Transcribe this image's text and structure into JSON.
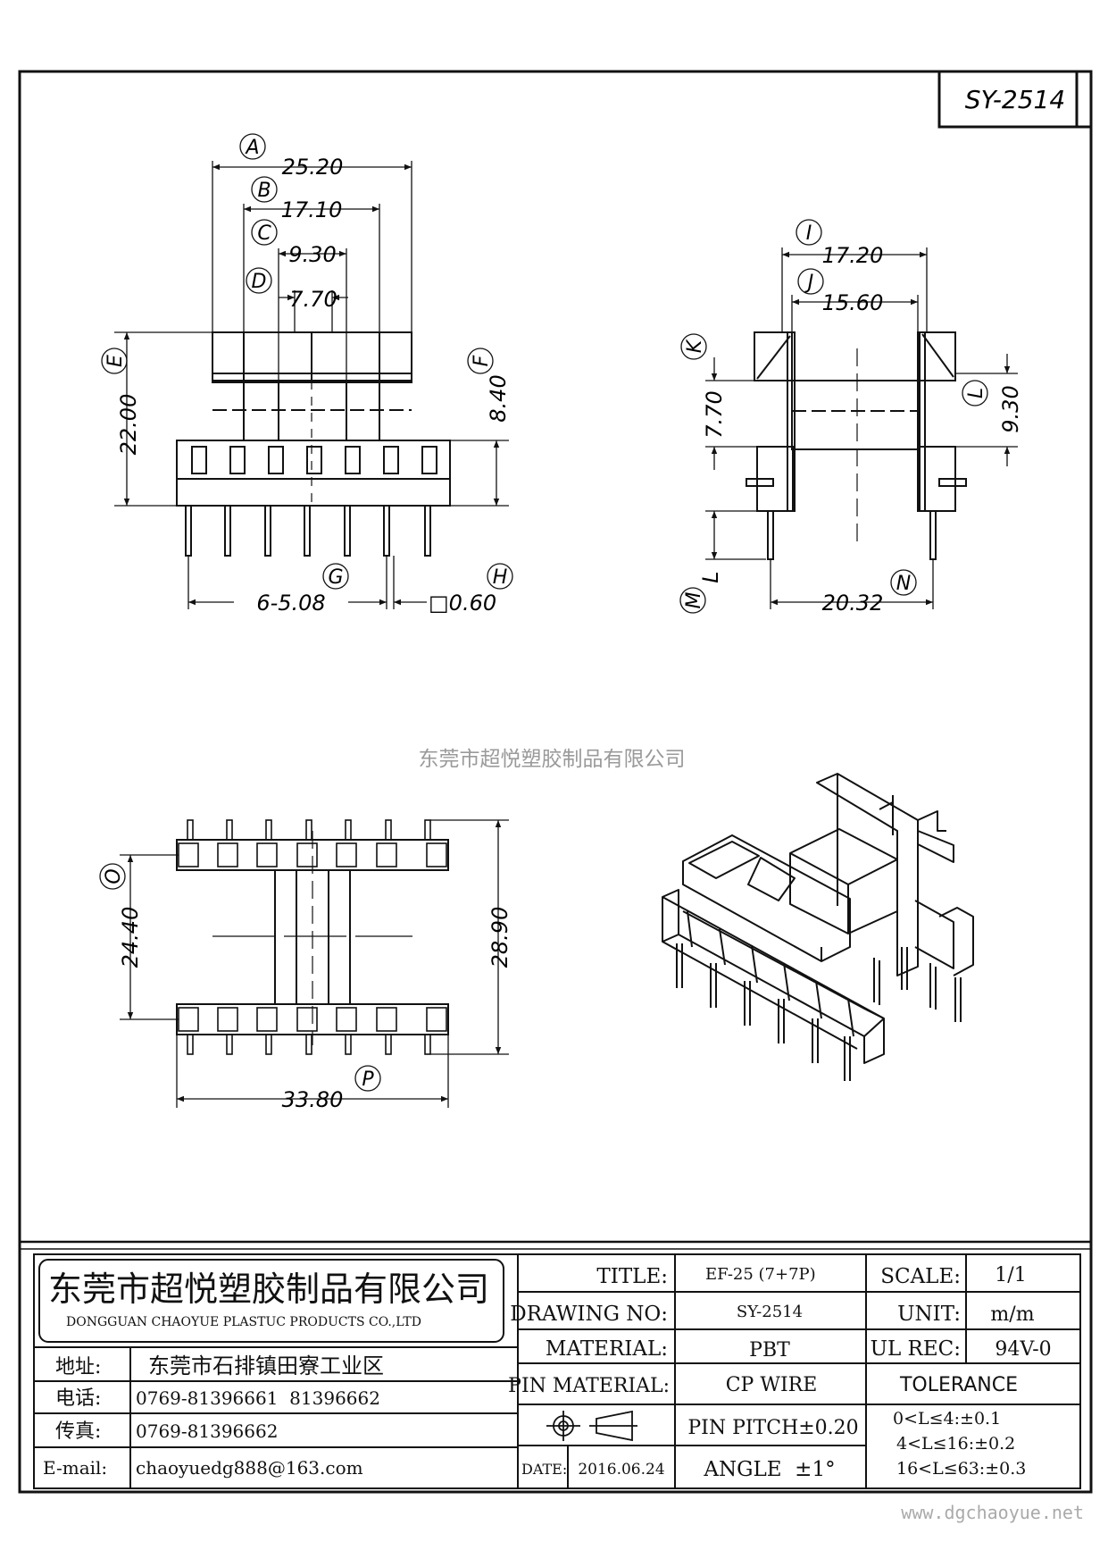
{
  "part_no": "SY-2514",
  "watermark": "东莞市超悦塑胶制品有限公司",
  "website": "www.dgchaoyue.net",
  "front_view": {
    "A": "A",
    "A_val": "25.20",
    "B": "B",
    "B_val": "17.10",
    "C": "C",
    "C_val": "9.30",
    "D": "D",
    "D_val": "7.70",
    "E": "E",
    "E_val": "22.00",
    "F": "F",
    "F_val": "8.40",
    "G": "G",
    "G_val": "6-5.08",
    "H": "H",
    "H_val": "□0.60"
  },
  "side_view": {
    "I": "I",
    "I_val": "17.20",
    "J": "J",
    "J_val": "15.60",
    "K": "K",
    "K_val": "7.70",
    "L": "L",
    "L_val": "9.30",
    "M": "M",
    "M_sub": "L",
    "N": "N",
    "N_val": "20.32"
  },
  "bottom_view": {
    "O": "O",
    "O_val": "24.40",
    "height_val": "28.90",
    "P": "P",
    "P_val": "33.80"
  },
  "company": {
    "name_cn": "东莞市超悦塑胶制品有限公司",
    "name_en": "DONGGUAN CHAOYUE PLASTUC PRODUCTS CO.,LTD",
    "address_label": "地址:",
    "address": "东莞市石排镇田寮工业区",
    "phone_label": "电话:",
    "phone": "0769-81396661  81396662",
    "fax_label": "传真:",
    "fax": "0769-81396662",
    "email_label": "E-mail:",
    "email": "chaoyuedg888@163.com"
  },
  "spec": {
    "title_label": "TITLE:",
    "title": "EF-25 (7+7P)",
    "drawing_label": "DRAWING NO:",
    "drawing_no": "SY-2514",
    "material_label": "MATERIAL:",
    "material": "PBT",
    "pin_material_label": "PIN MATERIAL:",
    "pin_material": "CP WIRE",
    "pin_pitch": "PIN PITCH±0.20",
    "angle": "ANGLE  ±1°",
    "date_label": "DATE:",
    "date": "2016.06.24",
    "scale_label": "SCALE:",
    "scale": "1/1",
    "unit_label": "UNIT:",
    "unit": "m/m",
    "ul_label": "UL REC:",
    "ul": "94V-0",
    "tolerance_label": "TOLERANCE",
    "tol1": "0<L≤4:±0.1",
    "tol2": "4<L≤16:±0.2",
    "tol3": "16<L≤63:±0.3"
  }
}
